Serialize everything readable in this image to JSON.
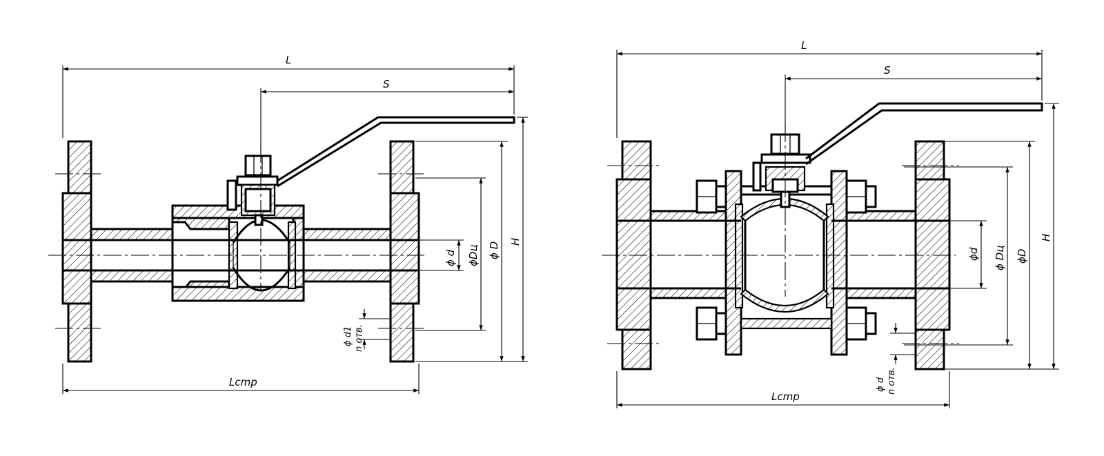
{
  "drawings": [
    {
      "id": "single-piece-flanged-valve",
      "labels": {
        "L": "L",
        "S": "S",
        "H": "H",
        "D": "ϕ D",
        "Du": "ϕDц",
        "d": "ϕ d",
        "d1": "ϕ d1",
        "n": "n отв.",
        "Lstr": "Lcmp"
      }
    },
    {
      "id": "three-piece-flanged-valve",
      "labels": {
        "L": "L",
        "S": "S",
        "H": "H",
        "D": "ϕD",
        "Du": "ϕ Dц",
        "d": "ϕd",
        "d_holes": "ϕ d",
        "n": "n отв.",
        "Lstr": "Lcmp"
      }
    }
  ]
}
